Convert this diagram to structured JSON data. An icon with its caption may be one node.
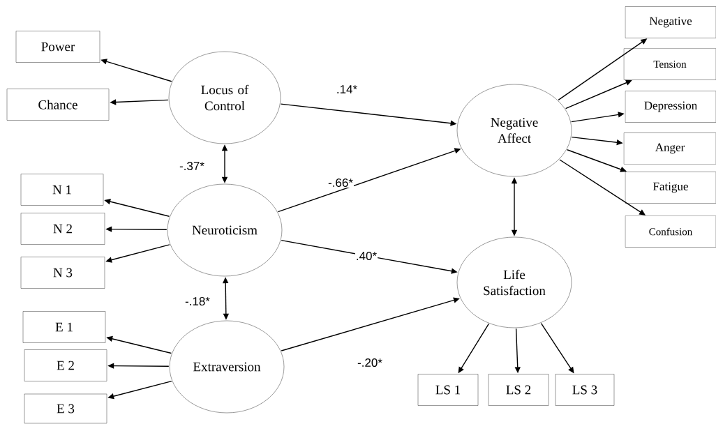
{
  "diagram": {
    "nodes": [
      {
        "text": [
          "Locus of Control"
        ]
      },
      {
        "text": [
          "Power"
        ]
      },
      {
        "text": [
          "Chance"
        ]
      },
      {
        "text": [
          "Negative Affect"
        ]
      },
      {
        "text": [
          "Negative"
        ]
      },
      {
        "text": [
          "Tension"
        ]
      },
      {
        "text": [
          "Depression"
        ]
      },
      {
        "text": [
          "Anger"
        ]
      },
      {
        "text": [
          "Fatigue"
        ]
      },
      {
        "text": [
          "Confusion"
        ]
      },
      {
        "text": [
          "Neuroticism"
        ]
      },
      {
        "text": [
          "N 1"
        ]
      },
      {
        "text": [
          "N 2"
        ]
      },
      {
        "text": [
          "N 3"
        ]
      },
      {
        "text": [
          "Life Satisfaction"
        ]
      },
      {
        "text": [
          "E 1"
        ]
      },
      {
        "text": [
          "E 2"
        ]
      },
      {
        "text": [
          "E 3"
        ]
      },
      {
        "text": [
          "Extraversion"
        ]
      },
      {
        "text": [
          "LS 1"
        ]
      },
      {
        "text": [
          "LS 2"
        ]
      },
      {
        "text": [
          "LS 3"
        ]
      }
    ],
    "edges": [
      {
        "from": 0,
        "to": 1,
        "arrow": "to"
      },
      {
        "from": 0,
        "to": 2,
        "arrow": "to"
      },
      {
        "from": 0,
        "to": 3,
        "arrow": "to",
        "label": ".14*"
      },
      {
        "from": 0,
        "to": 10,
        "arrow": "both",
        "label": "-.37*"
      },
      {
        "from": 3,
        "to": 4,
        "arrow": "to"
      },
      {
        "from": 3,
        "to": 5,
        "arrow": "to"
      },
      {
        "from": 3,
        "to": 6,
        "arrow": "to"
      },
      {
        "from": 3,
        "to": 7,
        "arrow": "to"
      },
      {
        "from": 3,
        "to": 8,
        "arrow": "to"
      },
      {
        "from": 3,
        "to": 9,
        "arrow": "to"
      },
      {
        "from": 3,
        "to": 14,
        "arrow": "both"
      },
      {
        "from": 10,
        "to": 11,
        "arrow": "to"
      },
      {
        "from": 10,
        "to": 12,
        "arrow": "to"
      },
      {
        "from": 10,
        "to": 13,
        "arrow": "to"
      },
      {
        "from": 10,
        "to": 3,
        "arrow": "to",
        "label": "-.66*"
      },
      {
        "from": 10,
        "to": 14,
        "arrow": "to",
        "label": ".40*"
      },
      {
        "from": 10,
        "to": 18,
        "arrow": "both",
        "label": "-.18*"
      },
      {
        "from": 18,
        "to": 15,
        "arrow": "to"
      },
      {
        "from": 18,
        "to": 16,
        "arrow": "to"
      },
      {
        "from": 18,
        "to": 17,
        "arrow": "to"
      },
      {
        "from": 18,
        "to": 14,
        "arrow": "to",
        "label": "-.20*"
      },
      {
        "from": 14,
        "to": 19,
        "arrow": "to"
      },
      {
        "from": 14,
        "to": 20,
        "arrow": "to"
      },
      {
        "from": 14,
        "to": 21,
        "arrow": "to"
      }
    ]
  }
}
